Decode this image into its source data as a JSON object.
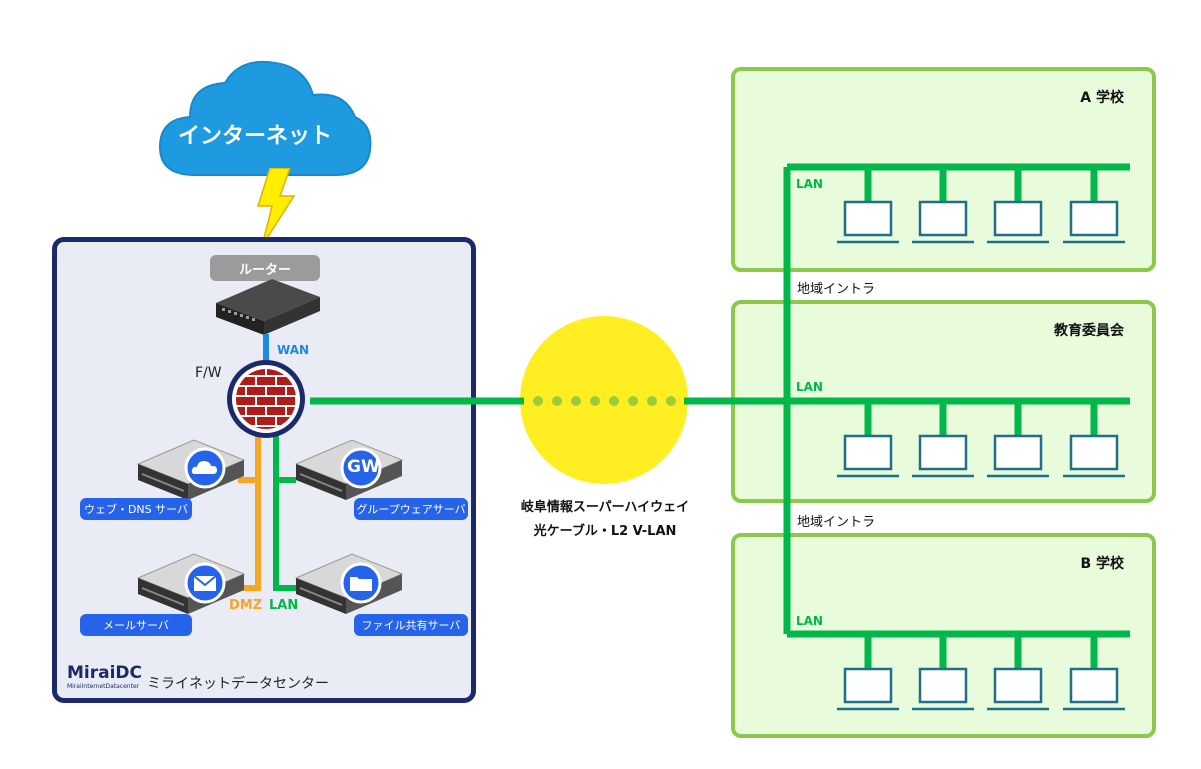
{
  "internet": {
    "label": "インターネット"
  },
  "datacenter": {
    "router_label": "ルーター",
    "wan_label": "WAN",
    "fw_label": "F/W",
    "dmz_label": "DMZ",
    "lan_label": "LAN",
    "logo_main": "MiraiDC",
    "logo_sub": "MiraiInternetDatacenter",
    "name": "ミライネットデータセンター",
    "servers": {
      "web": {
        "label": "ウェブ・DNS サーバ",
        "icon": "cloud-icon"
      },
      "groupware": {
        "label": "グループウェアサーバ",
        "icon": "gw-icon",
        "icon_text": "GW"
      },
      "mail": {
        "label": "メールサーバ",
        "icon": "mail-icon"
      },
      "file": {
        "label": "ファイル共有サーバ",
        "icon": "folder-icon"
      }
    }
  },
  "highway": {
    "line1": "岐阜情報スーパーハイウェイ",
    "line2": "光ケーブル・L2 V-LAN"
  },
  "sites": {
    "school_a": {
      "title": "A 学校",
      "lan_label": "LAN"
    },
    "board": {
      "title": "教育委員会",
      "lan_label": "LAN"
    },
    "school_b": {
      "title": "B 学校",
      "lan_label": "LAN"
    },
    "intra_label_1": "地域イントラ",
    "intra_label_2": "地域イントラ"
  },
  "colors": {
    "lan_green": "#00b84a",
    "dmz_orange": "#f5a623",
    "wan_blue": "#1e88e5",
    "cloud_blue": "#1e9be0",
    "frame_navy": "#1b2a6b",
    "site_green": "#8cc84b",
    "highway_yellow": "#ffee22",
    "server_pill_blue": "#2563eb"
  }
}
